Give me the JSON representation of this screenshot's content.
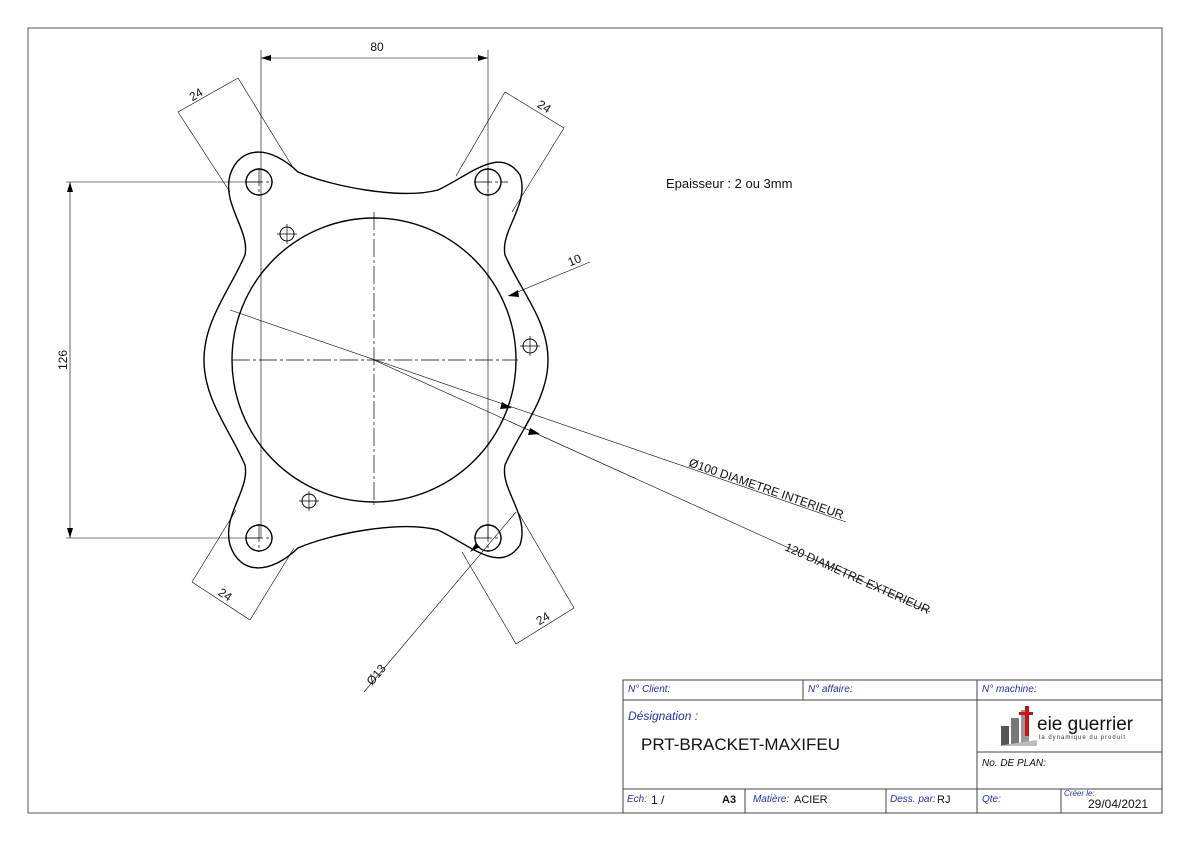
{
  "drawing": {
    "note": "Epaisseur : 2 ou 3mm",
    "dims": {
      "width_top": "80",
      "ear_top_left": "24",
      "ear_top_right": "24",
      "ear_bottom_left": "24",
      "ear_bottom_right": "24",
      "height": "126",
      "rim": "10",
      "inner_diameter": "Ø100 DIAMETRE INTERIEUR",
      "outer_diameter": "120 DIAMETRE EXTERIEUR",
      "hole_diameter": "Ø13"
    }
  },
  "title_block": {
    "client_label": "N° Client:",
    "affaire_label": "N° affaire:",
    "machine_label": "N° machine:",
    "designation_label": "Désignation :",
    "designation_value": "PRT-BRACKET-MAXIFEU",
    "plan_label": "No. DE PLAN:",
    "scale_label": "Ech:",
    "scale_value": "1 /",
    "format_value": "A3",
    "material_label": "Matière:",
    "material_value": "ACIER",
    "drawn_label": "Dess. par:",
    "drawn_value": "RJ",
    "qty_label": "Qte:",
    "created_label": "Créer le:",
    "created_value": "29/04/2021",
    "logo_text": "eie guerrier",
    "logo_tagline": "la dynamique du produit"
  },
  "colors": {
    "line": "#000000",
    "label": "#2233aa",
    "logo_red": "#cc1111",
    "logo_grey": "#666666"
  }
}
